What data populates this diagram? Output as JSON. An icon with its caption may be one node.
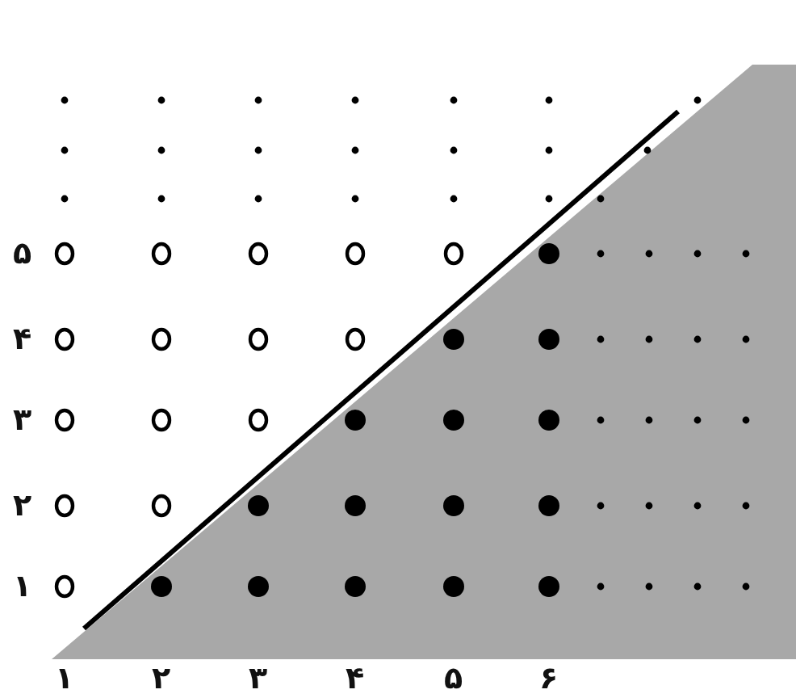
{
  "diagram": {
    "labels": [
      "۵",
      "۴",
      "۳",
      "۲",
      "۱",
      "۱",
      "۲",
      "۳",
      "۴",
      "۵",
      "۶"
    ]
  }
}
